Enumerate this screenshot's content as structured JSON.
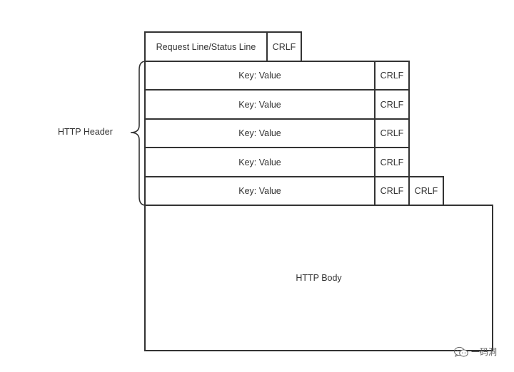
{
  "diagram": {
    "start_line": {
      "label": "Request Line/Status Line",
      "crlf": "CRLF"
    },
    "header_group_label": "HTTP Header",
    "header_rows": [
      {
        "label": "Key: Value",
        "crlf": "CRLF"
      },
      {
        "label": "Key: Value",
        "crlf": "CRLF"
      },
      {
        "label": "Key: Value",
        "crlf": "CRLF"
      },
      {
        "label": "Key: Value",
        "crlf": "CRLF"
      },
      {
        "label": "Key: Value",
        "crlf": "CRLF"
      }
    ],
    "header_end_crlf": "CRLF",
    "body_label": "HTTP Body"
  },
  "watermark": {
    "text": "一码洞",
    "icon": "wechat-icon"
  }
}
